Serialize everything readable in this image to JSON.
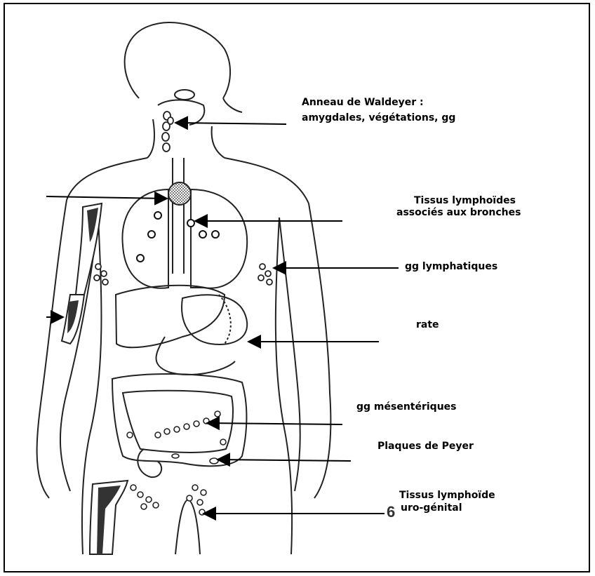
{
  "labels": {
    "waldeyer_line1": "Anneau de Waldeyer :",
    "waldeyer_line2": "amygdales, végétations, gg",
    "bronches_line1": "Tissus lymphoïdes",
    "bronches_line2": "associés aux bronches",
    "gg_lymph": "gg lymphatiques",
    "rate": "rate",
    "gg_mesent": "gg mésentériques",
    "peyer": "Plaques de Peyer",
    "uro_line1": "Tissus lymphoïde",
    "uro_line2": "uro-génital",
    "number": "6"
  },
  "colors": {
    "line": "#000000",
    "fill_dark": "#333333",
    "bg": "#ffffff"
  }
}
